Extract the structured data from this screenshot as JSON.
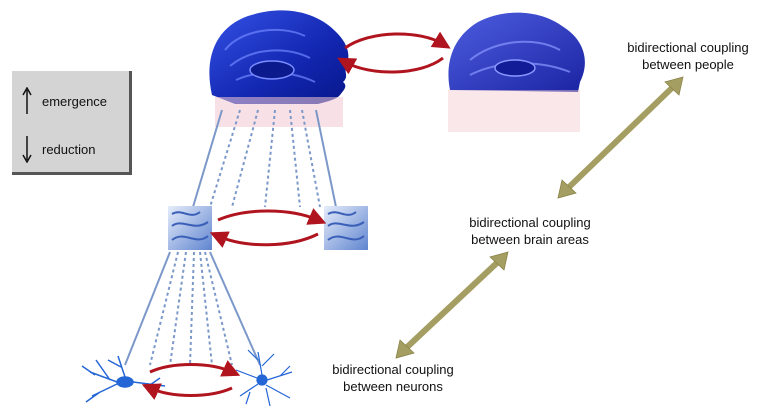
{
  "legend": {
    "up_label": "emergence",
    "down_label": "reduction",
    "up_icon": "arrow-up-icon",
    "down_icon": "arrow-down-icon"
  },
  "levels": {
    "people": {
      "line1": "bidirectional coupling",
      "line2": "between people"
    },
    "areas": {
      "line1": "bidirectional coupling",
      "line2": "between brain areas"
    },
    "neurons": {
      "line1": "bidirectional coupling",
      "line2": "between neurons"
    }
  },
  "colors": {
    "brain_blue": "#1a2fb8",
    "coupling_red": "#b0141e",
    "scale_arrow": "#a59e62",
    "projection_line": "#7b98c9"
  }
}
